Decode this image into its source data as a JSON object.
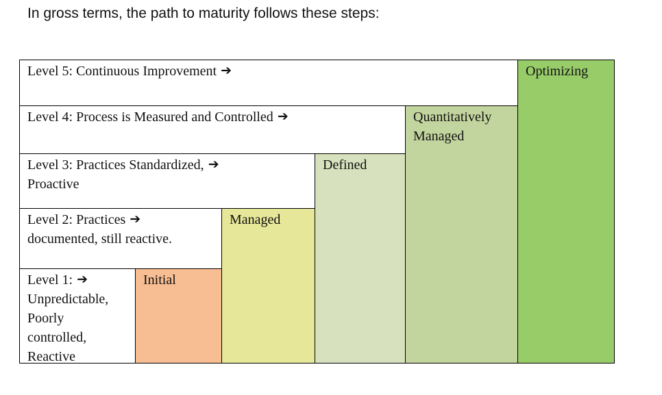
{
  "intro_text": "In gross terms, the path to maturity follows these steps:",
  "arrow_glyph": "➔",
  "levels": [
    {
      "text": "Level 5: Continuous Improvement"
    },
    {
      "text": "Level 4: Process is Measured and Controlled"
    },
    {
      "text": "Level 3: Practices Standardized,",
      "text2": "Proactive"
    },
    {
      "text": "Level 2: Practices",
      "text2": "documented, still reactive."
    },
    {
      "text": "Level 1:",
      "text2": "Unpredictable,\nPoorly\ncontrolled,\nReactive"
    }
  ],
  "stages": [
    {
      "label": "Initial",
      "color": "#f8be93"
    },
    {
      "label": "Managed",
      "color": "#e6e798"
    },
    {
      "label": "Defined",
      "color": "#d7e1bd"
    },
    {
      "label": "Quantitatively\nManaged",
      "color": "#c3d59e"
    },
    {
      "label": "Optimizing",
      "color": "#98cc69"
    }
  ]
}
